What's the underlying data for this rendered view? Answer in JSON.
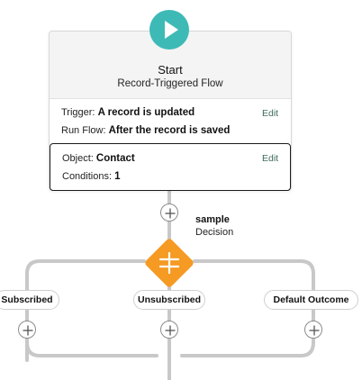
{
  "start": {
    "title": "Start",
    "subtitle": "Record-Triggered Flow",
    "trigger_label": "Trigger:",
    "trigger_value": "A record is updated",
    "runflow_label": "Run Flow:",
    "runflow_value": "After the record is saved",
    "edit_label": "Edit",
    "object_label": "Object:",
    "object_value": "Contact",
    "conditions_label": "Conditions:",
    "conditions_value": "1",
    "object_edit_label": "Edit",
    "icon": "play-icon",
    "color": "#3ebab6"
  },
  "decision": {
    "name": "sample",
    "type": "Decision",
    "icon": "decision-icon",
    "color": "#f59a23"
  },
  "branches": [
    {
      "label": "Subscribed"
    },
    {
      "label": "Unsubscribed"
    },
    {
      "label": "Default Outcome"
    }
  ],
  "add_icon": "plus-icon"
}
